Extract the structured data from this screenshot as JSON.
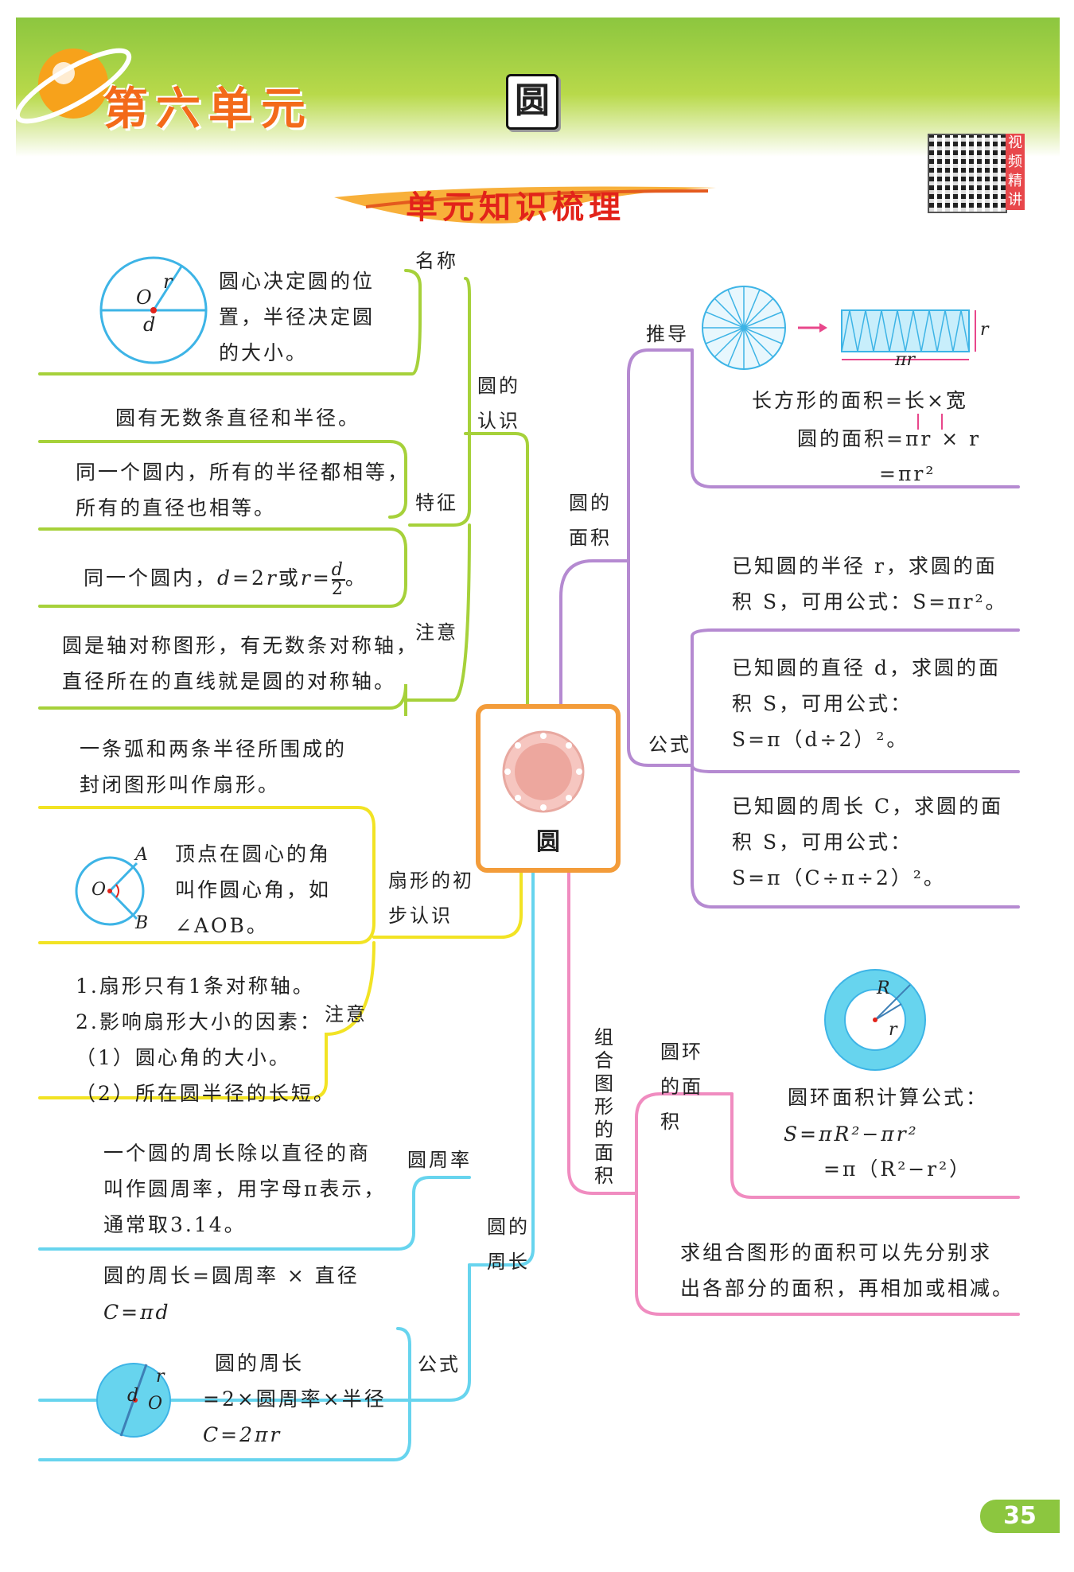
{
  "header": {
    "unit_title": "第六单元",
    "topic": "圆",
    "qr_tag": "视频精讲",
    "section_banner": "单元知识梳理"
  },
  "center": {
    "label": "圆"
  },
  "left": {
    "recognition": {
      "label": "圆的认识",
      "name": {
        "label": "名称",
        "text": [
          "圆心决定圆的位",
          "置，半径决定圆",
          "的大小。"
        ],
        "fig": {
          "r": "r",
          "o": "O",
          "d": "d"
        }
      },
      "features": {
        "label": "特征",
        "items": [
          "圆有无数条直径和半径。",
          "同一个圆内，所有的半径都相等，",
          "所有的直径也相等。"
        ],
        "formula_prefix": "同一个圆内，",
        "formula_d": "d",
        "formula_mid": "=2",
        "formula_r": "r",
        "formula_or": "或",
        "formula_r2": "r",
        "formula_eq": "=",
        "formula_num": "d",
        "formula_den": "2",
        "formula_end": "。"
      },
      "note": {
        "label": "注意",
        "text": [
          "圆是轴对称图形，有无数条对称轴，",
          "直径所在的直线就是圆的对称轴。"
        ]
      }
    },
    "sector": {
      "label": "扇形的初步认识",
      "definition": [
        "一条弧和两条半径所围成的",
        "封闭图形叫作扇形。"
      ],
      "angle": [
        "顶点在圆心的角",
        "叫作圆心角，如",
        "∠AOB。"
      ],
      "fig": {
        "a": "A",
        "o": "O",
        "b": "B"
      },
      "note": {
        "label": "注意",
        "items": [
          "1.扇形只有1条对称轴。",
          "2.影响扇形大小的因素：",
          "（1）圆心角的大小。",
          "（2）所在圆半径的长短。"
        ]
      }
    },
    "circumference": {
      "label": "圆的周长",
      "pi": {
        "label": "圆周率",
        "text": [
          "一个圆的周长除以直径的商",
          "叫作圆周率，用字母π表示，",
          "通常取3.14。"
        ]
      },
      "formula": {
        "label": "公式",
        "line1": "圆的周长=圆周率 × 直径",
        "line2": "C=πd",
        "line3": "圆的周长",
        "line4": "=2×圆周率×半径",
        "line5": "C=2πr",
        "fig": {
          "r": "r",
          "d": "d",
          "o": "O"
        }
      }
    }
  },
  "right": {
    "area": {
      "label": "圆的面积",
      "derive": {
        "label": "推导",
        "rect_r": "r",
        "rect_pir": "πr",
        "line1": "长方形的面积=长×宽",
        "line2": "圆的面积=πr × r",
        "line3": "=πr²"
      },
      "formula": {
        "label": "公式",
        "by_radius": [
          "已知圆的半径 r，求圆的面",
          "积 S，可用公式：S=πr²。"
        ],
        "by_diameter": [
          "已知圆的直径 d，求圆的面",
          "积 S，可用公式：",
          "S=π（d÷2）²。"
        ],
        "by_circumference": [
          "已知圆的周长 C，求圆的面",
          "积 S，可用公式：",
          "S=π（C÷π÷2）²。"
        ]
      }
    },
    "composite": {
      "label": "组合图形的面积",
      "ring": {
        "label": "圆环的面积",
        "fig": {
          "R": "R",
          "r": "r"
        },
        "line1": "圆环面积计算公式：",
        "line2": "S=πR²−πr²",
        "line3": "=π（R²−r²）"
      },
      "tip": [
        "求组合图形的面积可以先分别求",
        "出各部分的面积，再相加或相减。"
      ]
    }
  },
  "page_number": "35",
  "colors": {
    "green": "#8cc63f",
    "lime": "#a6d13a",
    "yellow": "#f2e324",
    "cyan": "#67d4ee",
    "purple": "#b58ad1",
    "pink": "#f08cc0",
    "orange": "#f39c3a",
    "red": "#e2231a"
  }
}
